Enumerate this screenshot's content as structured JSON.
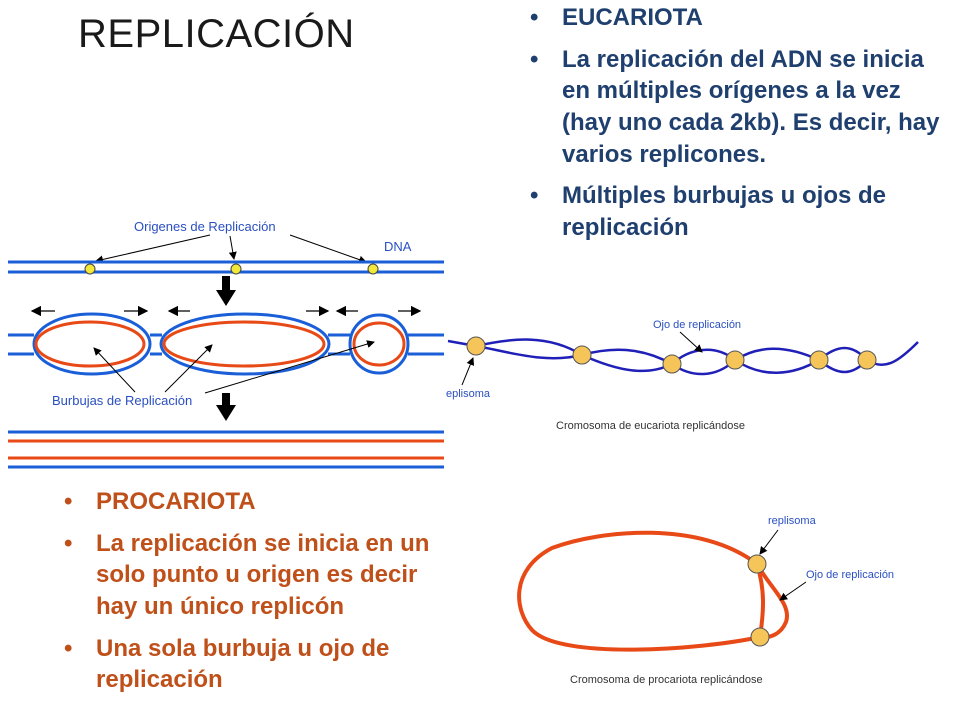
{
  "title": "REPLICACIÓN",
  "eucariota": {
    "bullets": [
      "EUCARIOTA",
      "La replicación del ADN se inicia en múltiples orígenes a la vez (hay uno cada 2kb). Es decir, hay varios replicones.",
      "Múltiples burbujas u ojos de replicación"
    ]
  },
  "procariota": {
    "bullets": [
      "PROCARIOTA",
      "La replicación se inicia en un solo punto u origen es decir hay un único replicón",
      "Una sola burbuja u ojo de replicación"
    ]
  },
  "left_diagram": {
    "origins_label": "Origenes de Replicación",
    "dna_label": "DNA",
    "bubbles_label": "Burbujas de Replicación"
  },
  "euk_diagram": {
    "eye_label": "Ojo de replicación",
    "replisome_label": "eplisoma",
    "caption": "Cromosoma de eucariota replicándose"
  },
  "pro_diagram": {
    "replisome_label": "replisoma",
    "eye_label": "Ojo de replicación",
    "caption": "Cromosoma de procariota replicándose"
  },
  "colors": {
    "blue_strand": "#1a5fd8",
    "red_strand": "#e84a17",
    "origin_fill": "#f2e83a",
    "replisome_fill": "#f5c55a",
    "label_blue": "#2a4fc0"
  }
}
